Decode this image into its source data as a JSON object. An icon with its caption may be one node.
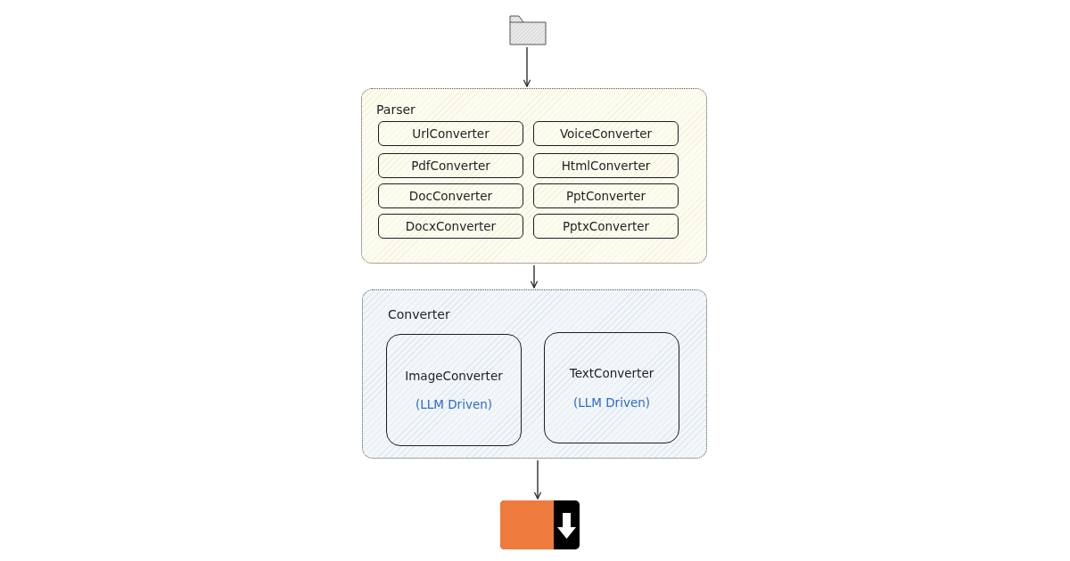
{
  "diagram": {
    "nodes": [
      {
        "text": [],
        "shape": "picture"
      },
      {
        "text": [
          "Parser"
        ]
      },
      {
        "text": [
          "UrlConverter"
        ],
        "in": 1
      },
      {
        "text": [
          "VoiceConverter"
        ],
        "in": 1
      },
      {
        "text": [
          "PdfConverter"
        ],
        "in": 1
      },
      {
        "text": [
          "HtmlConverter"
        ],
        "in": 1
      },
      {
        "text": [
          "DocConverter"
        ],
        "in": 1
      },
      {
        "text": [
          "PptConverter"
        ],
        "in": 1
      },
      {
        "text": [
          "DocxConverter"
        ],
        "in": 1
      },
      {
        "text": [
          "PptxConverter"
        ],
        "in": 1
      },
      {
        "text": [
          "Converter"
        ]
      },
      {
        "text": [
          "ImageConverter",
          "(LLM Driven)"
        ],
        "in": 10
      },
      {
        "text": [
          "TextConverter",
          "(LLM Driven)"
        ],
        "in": 10
      },
      {
        "text": [],
        "shape": "picture"
      }
    ],
    "edges": [
      {
        "from": 0,
        "to": 1,
        "arrow": "to"
      },
      {
        "from": 1,
        "to": 10,
        "arrow": "to"
      },
      {
        "from": 10,
        "to": 13,
        "arrow": "to"
      }
    ]
  }
}
